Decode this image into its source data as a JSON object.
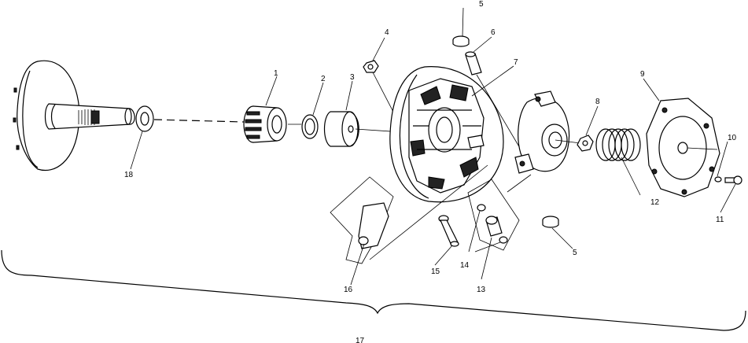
{
  "callouts": {
    "c1": "1",
    "c2": "2",
    "c3": "3",
    "c4": "4",
    "c5_top": "5",
    "c5_bottom": "5",
    "c6": "6",
    "c7": "7",
    "c8": "8",
    "c9": "9",
    "c10": "10",
    "c11": "11",
    "c12": "12",
    "c13": "13",
    "c14": "14",
    "c15": "15",
    "c16": "16",
    "c17": "17",
    "c18": "18"
  }
}
